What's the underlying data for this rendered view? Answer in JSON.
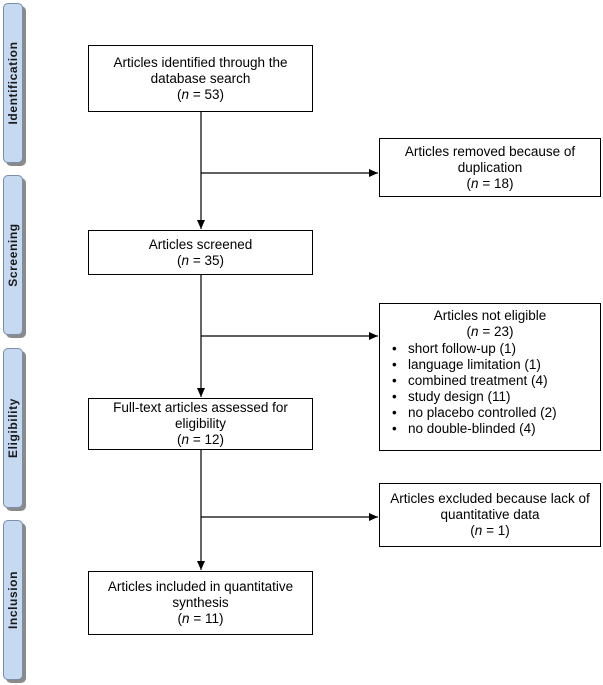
{
  "stages": [
    {
      "id": "identification",
      "label": "Identification"
    },
    {
      "id": "screening",
      "label": "Screening"
    },
    {
      "id": "eligibility",
      "label": "Eligibility"
    },
    {
      "id": "inclusion",
      "label": "Inclusion"
    }
  ],
  "main_boxes": {
    "identified": {
      "text": "Articles identified through the database search",
      "n_prefix": "n",
      "n_value": "= 53"
    },
    "screened": {
      "text": "Articles screened",
      "n_prefix": "n",
      "n_value": "= 35"
    },
    "fulltext": {
      "text": "Full-text articles assessed for eligibility",
      "n_prefix": "n",
      "n_value": "= 12"
    },
    "included": {
      "text": "Articles included in quantitative synthesis",
      "n_prefix": "n",
      "n_value": "= 11"
    }
  },
  "side_boxes": {
    "duplicates": {
      "text": "Articles removed because of duplication",
      "n_prefix": "n",
      "n_value": "= 18"
    },
    "not_eligible": {
      "text": "Articles not eligible",
      "n_prefix": "n",
      "n_value": "= 23",
      "reasons": [
        "short follow-up (1)",
        "language limitation (1)",
        "combined treatment (4)",
        " study design (11)",
        "no placebo controlled (2)",
        "no double-blinded (4)"
      ]
    },
    "excluded": {
      "text": "Articles excluded because lack of quantitative data",
      "n_prefix": "n",
      "n_value": "= 1"
    }
  }
}
